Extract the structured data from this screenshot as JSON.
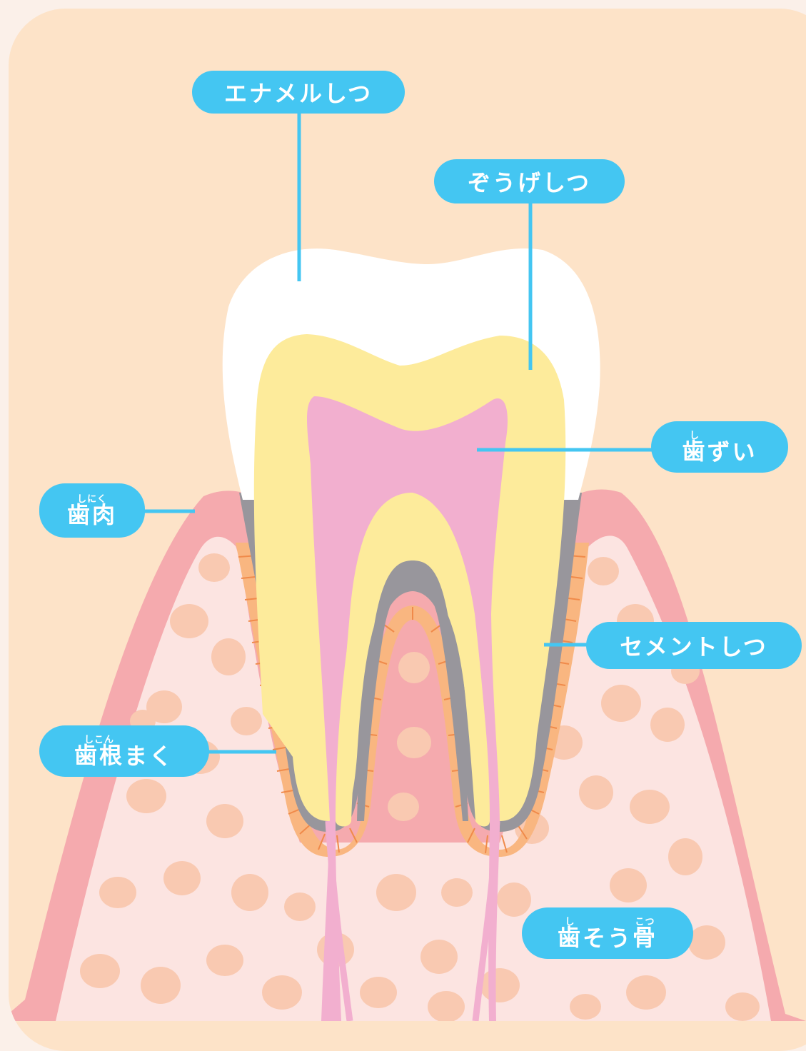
{
  "labels": {
    "enamel": "エナメルしつ",
    "dentin": "ぞうげしつ",
    "pulp": {
      "kanji": "歯",
      "kanji_ruby": "し",
      "rest": "ずい"
    },
    "gum": {
      "kanji": "歯肉",
      "kanji_ruby": "しにく"
    },
    "cementum": "セメントしつ",
    "pdl": {
      "kanji": "歯根",
      "kanji_ruby": "しこん",
      "rest": "まく"
    },
    "bone": {
      "kanji1": "歯",
      "ruby1": "し",
      "kana": "そう",
      "kanji2": "骨",
      "ruby2": "こつ"
    }
  },
  "colors": {
    "background": "#fde3c8",
    "label_fill": "#44c6f2",
    "gum": "#f5aaae",
    "bone": "#fce4e1",
    "bone_spots": "#f9c9b1",
    "enamel": "#ffffff",
    "dentin": "#fdeb9b",
    "pulp": "#f2afcf",
    "cementum": "#98969c",
    "periodontal_ligament": "#f9b680"
  }
}
